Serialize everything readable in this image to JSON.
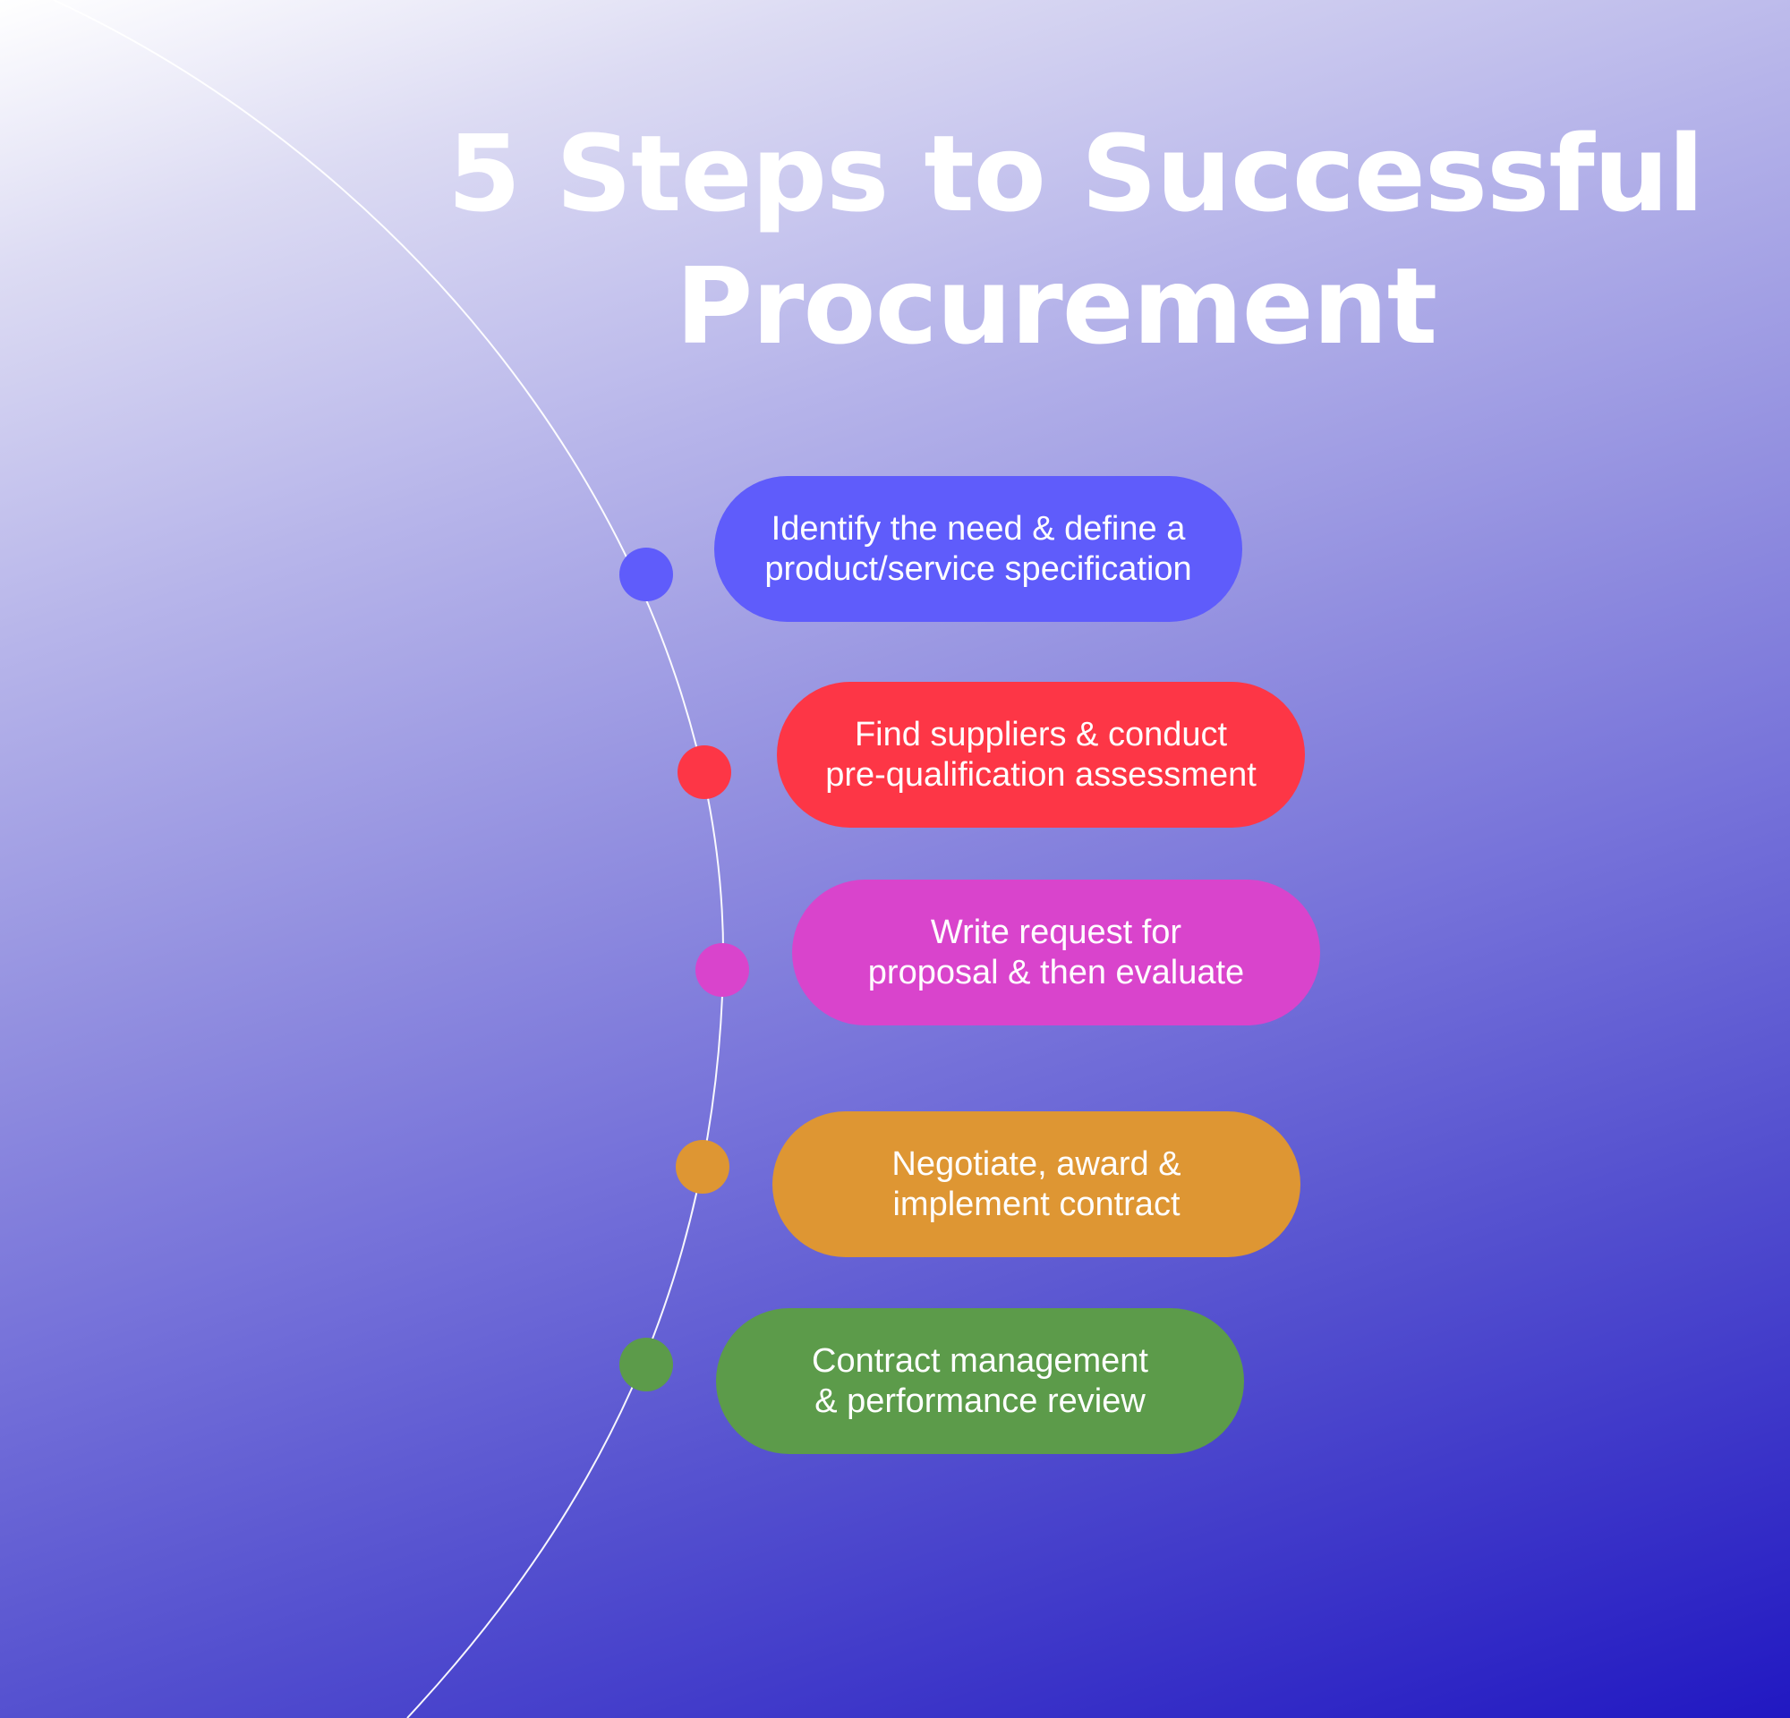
{
  "title": {
    "line1": "5 Steps to Successful",
    "line2": "Procurement"
  },
  "steps": [
    {
      "line1": "Identify the need & define a",
      "line2": "product/service specification",
      "color": "#5f5cfb"
    },
    {
      "line1": "Find suppliers & conduct",
      "line2": "pre-qualification assessment",
      "color": "#fd3646"
    },
    {
      "line1": "Write request for",
      "line2": "proposal & then evaluate",
      "color": "#d944cc"
    },
    {
      "line1": "Negotiate, award &",
      "line2": "implement contract",
      "color": "#de9633"
    },
    {
      "line1": "Contract management",
      "line2": "& performance review",
      "color": "#5c9b4a"
    }
  ],
  "colors": {
    "arc": "#ffffff",
    "title": "#ffffff",
    "text": "#ffffff"
  }
}
